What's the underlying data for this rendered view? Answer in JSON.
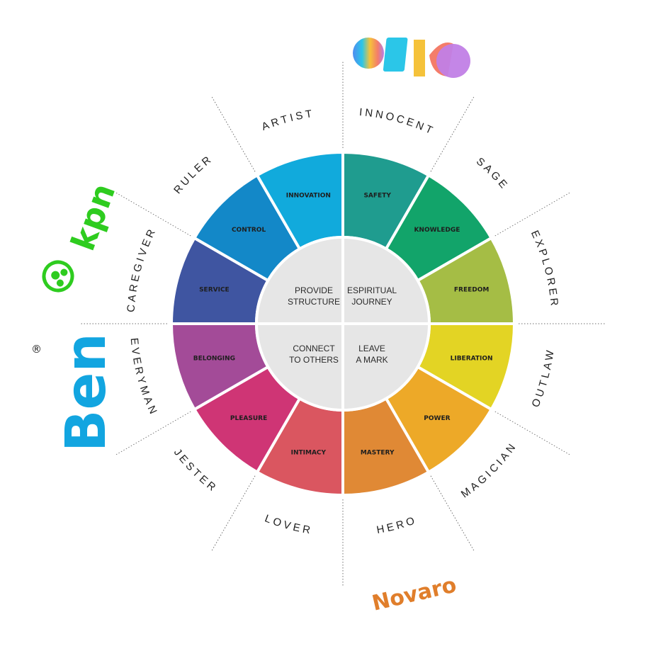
{
  "segments": [
    {
      "archetype": "INNOCENT",
      "value": "SAFETY",
      "color": "#1f9c8f"
    },
    {
      "archetype": "SAGE",
      "value": "KNOWLEDGE",
      "color": "#12a46a"
    },
    {
      "archetype": "EXPLORER",
      "value": "FREEDOM",
      "color": "#a5bd45"
    },
    {
      "archetype": "OUTLAW",
      "value": "LIBERATION",
      "color": "#e3d424"
    },
    {
      "archetype": "MAGICIAN",
      "value": "POWER",
      "color": "#eda928"
    },
    {
      "archetype": "HERO",
      "value": "MASTERY",
      "color": "#e08935"
    },
    {
      "archetype": "LOVER",
      "value": "INTIMACY",
      "color": "#da5660"
    },
    {
      "archetype": "JESTER",
      "value": "PLEASURE",
      "color": "#cf3575"
    },
    {
      "archetype": "EVERYMAN",
      "value": "BELONGING",
      "color": "#a34b98"
    },
    {
      "archetype": "CAREGIVER",
      "value": "SERVICE",
      "color": "#3f55a1"
    },
    {
      "archetype": "RULER",
      "value": "CONTROL",
      "color": "#1388c8"
    },
    {
      "archetype": "ARTIST",
      "value": "INNOVATION",
      "color": "#11aadc"
    }
  ],
  "quadrants": [
    {
      "line1": "ESPIRITUAL",
      "line2": "JOURNEY"
    },
    {
      "line1": "LEAVE",
      "line2": "A MARK"
    },
    {
      "line1": "CONNECT",
      "line2": "TO OTHERS"
    },
    {
      "line1": "PROVIDE",
      "line2": "STRUCTURE"
    }
  ],
  "center_color": "#e6e6e6",
  "brands": {
    "kpn": "kpn",
    "ben": "Ben",
    "ben_mark": "®",
    "novaro": "Novaro",
    "odido_colors": [
      "#5b8fe6",
      "#2bc1e6",
      "#f2b13a",
      "#f07a6a",
      "#b47be0"
    ]
  }
}
